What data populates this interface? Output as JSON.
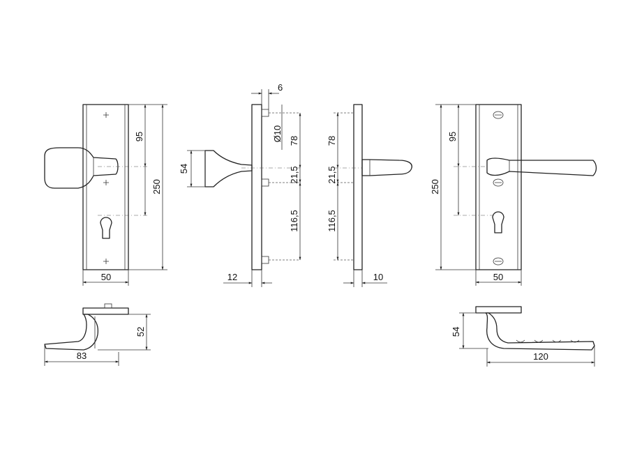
{
  "dimensions": {
    "front_left": {
      "plate_width": "50",
      "top_to_handle": "95",
      "total_height": "250"
    },
    "side_left": {
      "spindle_offset": "6",
      "handle_projection": "54",
      "pin_diameter": "Ø10",
      "upper_fixing": "78",
      "handle_to_cylinder": "21,5",
      "lower_fixing": "116,5",
      "plate_thickness": "12"
    },
    "side_right": {
      "upper_fixing": "78",
      "handle_to_cylinder": "21,5",
      "lower_fixing": "116,5",
      "plate_thickness": "10"
    },
    "front_right": {
      "plate_width": "50",
      "top_to_handle": "95",
      "total_height": "250"
    },
    "top_left": {
      "height": "52",
      "length": "83"
    },
    "top_right": {
      "height": "54",
      "length": "120"
    }
  }
}
